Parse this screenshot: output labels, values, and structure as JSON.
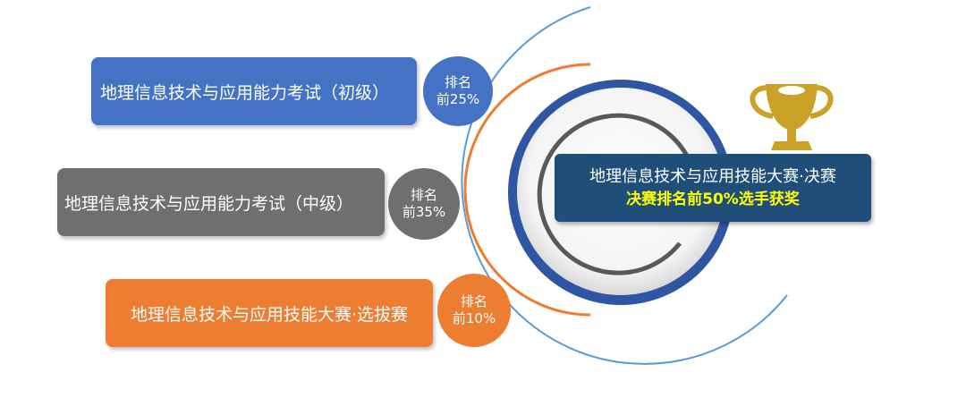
{
  "colors": {
    "blue": "#4472c4",
    "gray": "#6f6f6f",
    "orange": "#ed7d31",
    "navy": "#1f4e79",
    "highlight": "#ffff00",
    "trophy": "#c9a227",
    "arc_blue": "#5b9bd5"
  },
  "icons": {
    "trophy": "trophy-icon"
  },
  "levels": [
    {
      "label": "地理信息技术与应用能力考试（初级）",
      "rank_line1": "排名",
      "rank_line2": "前25%",
      "color": "#4472c4"
    },
    {
      "label": "地理信息技术与应用能力考试（中级）",
      "rank_line1": "排名",
      "rank_line2": "前35%",
      "color": "#6f6f6f"
    },
    {
      "label": "地理信息技术与应用技能大赛·选拔赛",
      "rank_line1": "排名",
      "rank_line2": "前10%",
      "color": "#ed7d31"
    }
  ],
  "final": {
    "title": "地理信息技术与应用技能大赛·决赛",
    "subtitle": "决赛排名前50%选手获奖"
  }
}
